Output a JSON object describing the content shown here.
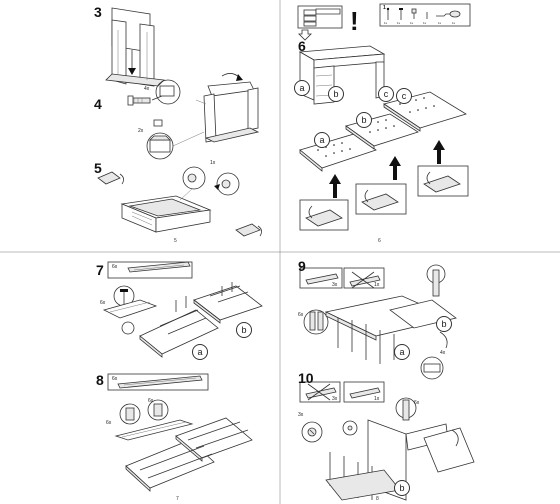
{
  "pages": {
    "left_top": {
      "steps": [
        {
          "number": "3"
        },
        {
          "number": "4",
          "hardware_qty": [
            "4x",
            "2x"
          ]
        },
        {
          "number": "5",
          "hardware_qty": [
            "1x"
          ]
        }
      ],
      "page_number": "5"
    },
    "right_top": {
      "warning_mark": "!",
      "parts_box": {
        "index": "1",
        "captions": [
          "1x",
          "1x",
          "1x",
          "1x",
          "1x",
          "1x"
        ]
      },
      "steps": [
        {
          "number": "6"
        }
      ],
      "panel_labels": [
        "a",
        "b",
        "c",
        "a",
        "b",
        "c"
      ],
      "page_number": "6"
    },
    "left_bottom": {
      "steps": [
        {
          "number": "7",
          "hardware_qty": [
            "6x",
            "6x"
          ]
        },
        {
          "number": "8",
          "hardware_qty": [
            "6x",
            "6x",
            "6x"
          ]
        }
      ],
      "panel_labels": [
        "b",
        "a"
      ],
      "page_number": "7"
    },
    "right_bottom": {
      "steps": [
        {
          "number": "9",
          "hardware_qty": [
            "3x",
            "1x",
            "6x",
            "4x"
          ]
        },
        {
          "number": "10",
          "hardware_qty": [
            "3x",
            "1x",
            "3x",
            "6x"
          ]
        }
      ],
      "panel_labels": [
        "b",
        "a",
        "b"
      ],
      "page_number": "8"
    }
  },
  "colors": {
    "ink": "#111111",
    "line": "#333333",
    "panel_shade": "#e8e8e8",
    "background": "#ffffff"
  },
  "icons": [
    "arrow-down-icon",
    "curved-arrow-icon",
    "crossed-box-icon",
    "screw-icon",
    "dowel-icon",
    "cam-lock-icon",
    "drawer-runner-icon"
  ]
}
